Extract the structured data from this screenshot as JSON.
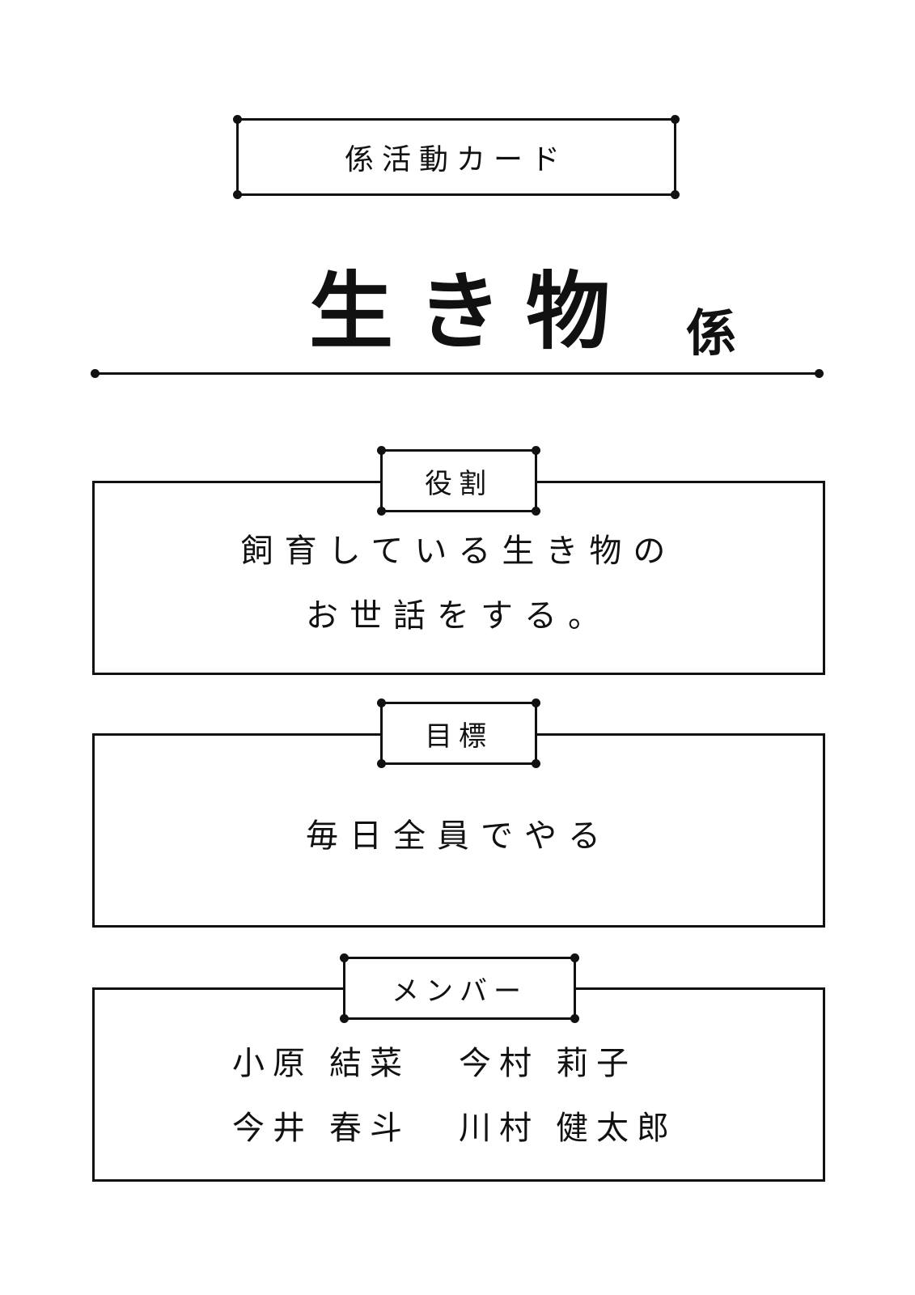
{
  "card_label": "係活動カード",
  "title": {
    "main": "生き物",
    "suffix": "係"
  },
  "sections": {
    "role": {
      "label": "役割",
      "lines": [
        "飼育している生き物の",
        "お世話をする。"
      ]
    },
    "goal": {
      "label": "目標",
      "lines": [
        "毎日全員でやる"
      ]
    },
    "members": {
      "label": "メンバー",
      "people": [
        {
          "family": "小原",
          "given": "結菜"
        },
        {
          "family": "今村",
          "given": "莉子"
        },
        {
          "family": "今井",
          "given": "春斗"
        },
        {
          "family": "川村",
          "given": "健太郎"
        }
      ]
    }
  }
}
